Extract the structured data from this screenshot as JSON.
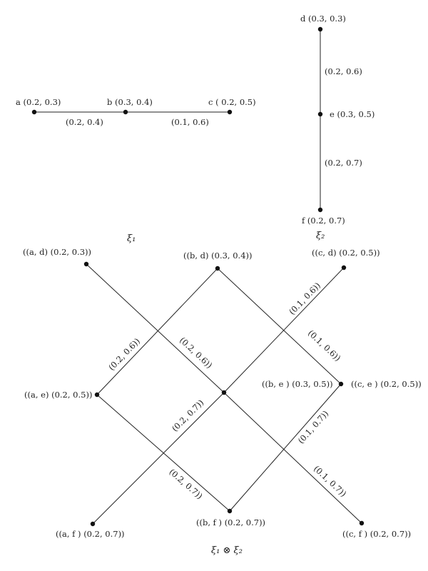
{
  "colors": {
    "ink": "#222222",
    "node": "#111111",
    "background": "#ffffff"
  },
  "graph_xi1": {
    "caption": "ξ₁",
    "nodes": [
      {
        "id": "a",
        "label": "a (0.2, 0.3)"
      },
      {
        "id": "b",
        "label": "b (0.3, 0.4)"
      },
      {
        "id": "c",
        "label": "c ( 0.2, 0.5)"
      }
    ],
    "edges": [
      {
        "from": "a",
        "to": "b",
        "label": "(0.2, 0.4)"
      },
      {
        "from": "b",
        "to": "c",
        "label": "(0.1, 0.6)"
      }
    ]
  },
  "graph_xi2": {
    "caption": "ξ₂",
    "nodes": [
      {
        "id": "d",
        "label": "d (0.3, 0.3)"
      },
      {
        "id": "e",
        "label": "e (0.3, 0.5)"
      },
      {
        "id": "f",
        "label": "f (0.2, 0.7)"
      }
    ],
    "edges": [
      {
        "from": "d",
        "to": "e",
        "label": "(0.2, 0.6)"
      },
      {
        "from": "e",
        "to": "f",
        "label": "(0.2, 0.7)"
      }
    ]
  },
  "graph_product": {
    "caption": "ξ₁ ⊗ ξ₂",
    "nodes": [
      {
        "id": "ad",
        "label": "((a, d) (0.2, 0.3))"
      },
      {
        "id": "bd",
        "label": "((b, d) (0.3, 0.4))"
      },
      {
        "id": "cd",
        "label": "((c, d) (0.2, 0.5))"
      },
      {
        "id": "ae",
        "label": "((a, e) (0.2, 0.5))"
      },
      {
        "id": "be",
        "label": "((b, e ) (0.3, 0.5))"
      },
      {
        "id": "ce",
        "label": "((c, e ) (0.2, 0.5))"
      },
      {
        "id": "af",
        "label": "((a, f ) (0.2, 0.7))"
      },
      {
        "id": "bf",
        "label": "((b, f ) (0.2, 0.7))"
      },
      {
        "id": "cf",
        "label": "((c, f ) (0.2, 0.7))"
      }
    ],
    "edges": [
      {
        "from": "ae",
        "to": "bd",
        "label": "(0.2, 0.6))"
      },
      {
        "from": "ad",
        "to": "be",
        "label": "(0.2, 0.6))"
      },
      {
        "from": "af",
        "to": "be",
        "label": "(0.2, 0.7))"
      },
      {
        "from": "be",
        "to": "cd",
        "label": "(0.1, 0.6))"
      },
      {
        "from": "bd",
        "to": "ce",
        "label": "(0.1, 0.6))"
      },
      {
        "from": "ae",
        "to": "bf",
        "label": "(0.2, 0.7))"
      },
      {
        "from": "bf",
        "to": "ce",
        "label": "(0.1, 0.7))"
      },
      {
        "from": "be",
        "to": "cf",
        "label": "(0.1, 0.7))"
      }
    ]
  }
}
